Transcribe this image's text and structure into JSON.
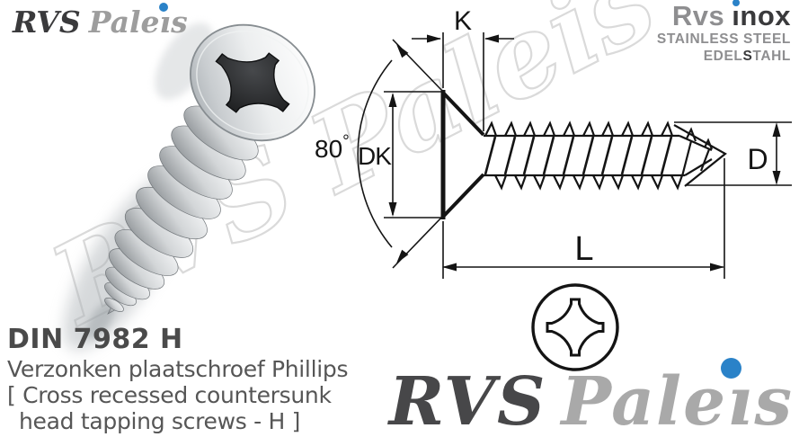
{
  "branding": {
    "accent_blue": "#2a82c8",
    "logo_top_left": {
      "rvs": "RVS",
      "paleis": "Paleis"
    },
    "logo_top_right": {
      "rvs": "Rvs",
      "inox": "inox",
      "line2": "STAINLESS STEEL",
      "line3_pre": "EDEL",
      "line3_s": "S",
      "line3_post": "TAHL"
    },
    "logo_bottom_right": {
      "rvs": "RVS",
      "paleis": "Paleis"
    },
    "watermark": "RVS Paleis"
  },
  "product": {
    "din_code": "DIN 7982 H",
    "description_nl": "Verzonken plaatschroef Phillips",
    "description_en_line1": "[ Cross recessed countersunk",
    "description_en_line2": "head tapping screws - H ]"
  },
  "drawing": {
    "label_head_height": "K",
    "label_head_diameter": "DK",
    "label_angle_value": "80",
    "label_angle_degree": "°",
    "label_thread_diameter": "D",
    "label_length": "L"
  }
}
